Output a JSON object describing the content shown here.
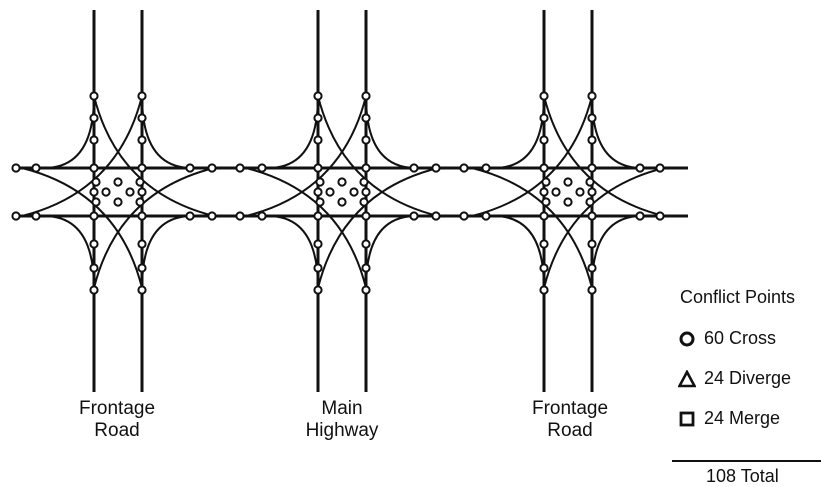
{
  "labels": {
    "left": [
      "Frontage",
      "Road"
    ],
    "center": [
      "Main",
      "Highway"
    ],
    "right": [
      "Frontage",
      "Road"
    ]
  },
  "legend": {
    "title": "Conflict Points",
    "cross": "60 Cross",
    "diverge": "24 Diverge",
    "merge": "24 Merge",
    "total": "108 Total"
  }
}
